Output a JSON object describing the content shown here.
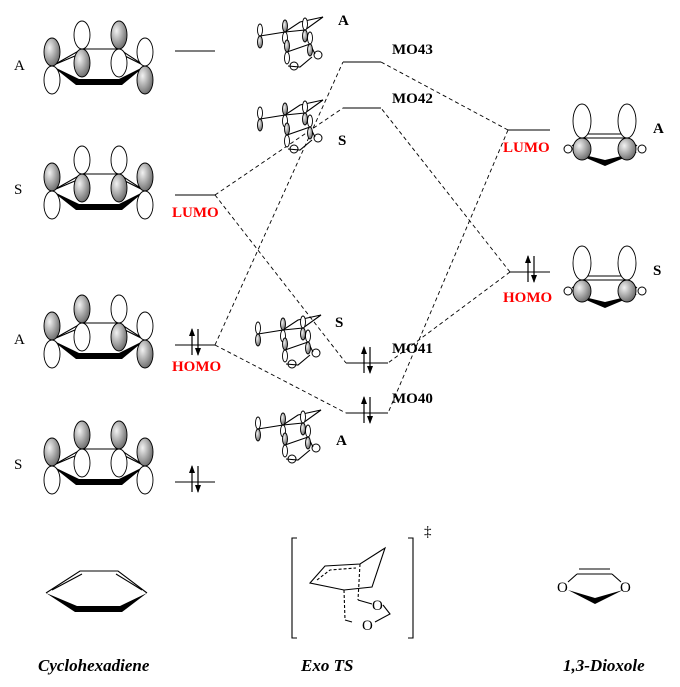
{
  "left": {
    "symmetry_labels": [
      "A",
      "S",
      "A",
      "S"
    ],
    "lumo_label": "LUMO",
    "homo_label": "HOMO",
    "caption": "Cyclohexadiene"
  },
  "middle": {
    "mo_labels": [
      "MO43",
      "MO42",
      "MO41",
      "MO40"
    ],
    "symmetry_labels": [
      "A",
      "S",
      "S",
      "A"
    ],
    "caption": "Exo TS",
    "ts_symbol": "‡"
  },
  "right": {
    "symmetry_labels": [
      "A",
      "S"
    ],
    "lumo_label": "LUMO",
    "homo_label": "HOMO",
    "caption": "1,3-Dioxole",
    "atom_label": "O"
  },
  "colors": {
    "highlight": "#ff0000",
    "lobe_shaded": "#8a8a8a"
  }
}
